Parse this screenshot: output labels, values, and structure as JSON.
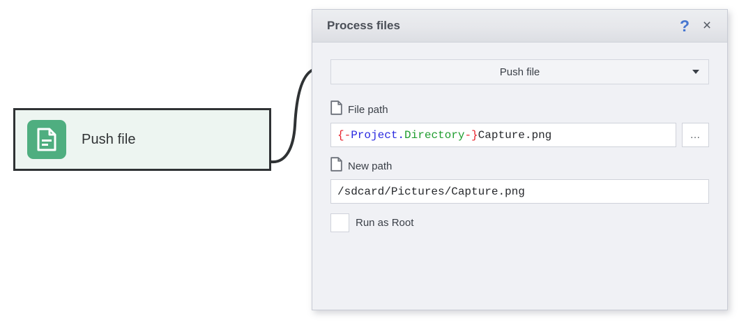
{
  "canvas": {
    "node": {
      "label": "Push file",
      "icon": "document-icon",
      "icon_bg": "#4fae80",
      "bg": "#edf5f1",
      "border": "#2f3234"
    },
    "connector": {
      "name": "node-to-dialog-connector",
      "color": "#2f3234"
    }
  },
  "dialog": {
    "title": "Process files",
    "help_label": "?",
    "close_label": "×",
    "accent": "#4676d0",
    "action_combo": {
      "selected": "Push file",
      "options": [
        "Push file"
      ]
    },
    "fields": [
      {
        "label": "File path",
        "icon": "file-icon",
        "value": "{-Project.Directory-}Capture.png",
        "tokens": [
          {
            "text": "{-",
            "color": "#e8222c"
          },
          {
            "text": "Project",
            "color": "#2a2ae0"
          },
          {
            "text": ".",
            "color": "#2a2ae0"
          },
          {
            "text": "Directory",
            "color": "#1f9d2f"
          },
          {
            "text": "-}",
            "color": "#e8222c"
          },
          {
            "text": "Capture.png",
            "color": "#26282c"
          }
        ],
        "browse_label": "…"
      },
      {
        "label": "New path",
        "icon": "file-icon",
        "value": "/sdcard/Pictures/Capture.png"
      }
    ],
    "checkbox": {
      "label": "Run as Root",
      "checked": false
    }
  }
}
